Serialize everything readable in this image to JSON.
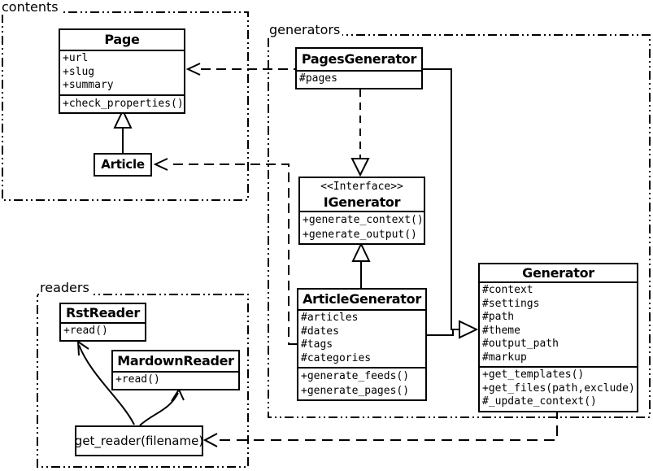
{
  "packages": {
    "contents": {
      "label": "contents"
    },
    "generators": {
      "label": "generators"
    },
    "readers": {
      "label": "readers"
    }
  },
  "classes": {
    "page": {
      "title": "Page",
      "attributes": [
        "+url",
        "+slug",
        "+summary"
      ],
      "methods": [
        "+check_properties()"
      ]
    },
    "article": {
      "title": "Article"
    },
    "pages_generator": {
      "title": "PagesGenerator",
      "attributes": [
        "#pages"
      ]
    },
    "igenerator": {
      "stereotype": "<<Interface>>",
      "title": "IGenerator",
      "methods": [
        "+generate_context()",
        "+generate_output()"
      ]
    },
    "article_generator": {
      "title": "ArticleGenerator",
      "attributes": [
        "#articles",
        "#dates",
        "#tags",
        "#categories"
      ],
      "methods": [
        "+generate_feeds()",
        "+generate_pages()"
      ]
    },
    "generator": {
      "title": "Generator",
      "attributes": [
        "#context",
        "#settings",
        "#path",
        "#theme",
        "#output_path",
        "#markup"
      ],
      "methods": [
        "+get_templates()",
        "+get_files(path,exclude)",
        "#_update_context()"
      ]
    },
    "rst_reader": {
      "title": "RstReader",
      "methods": [
        "+read()"
      ]
    },
    "mardown_reader": {
      "title": "MardownReader",
      "methods": [
        "+read()"
      ]
    },
    "get_reader": {
      "label": "get_reader(filename)"
    }
  },
  "colors": {
    "line": "#000000",
    "background": "#ffffff"
  }
}
